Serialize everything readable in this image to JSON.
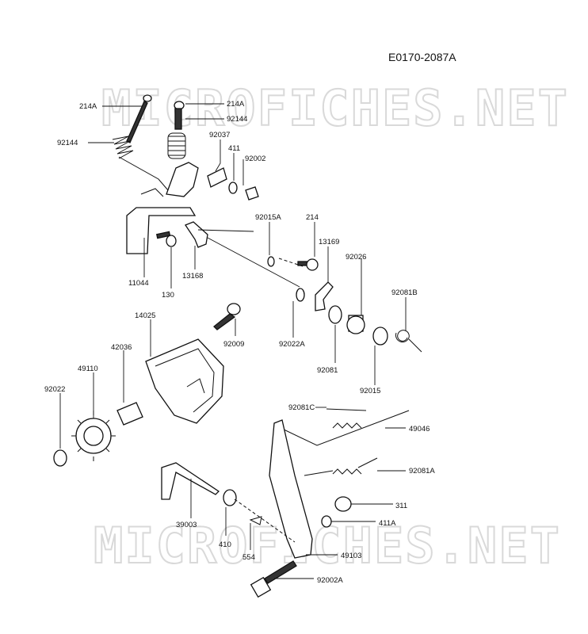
{
  "document": {
    "id": "E0170-2087A",
    "watermark": "MICROFICHES.NET"
  },
  "parts": [
    {
      "key": "p214A_l",
      "label": "214A"
    },
    {
      "key": "p214A_r",
      "label": "214A"
    },
    {
      "key": "p92144_r",
      "label": "92144"
    },
    {
      "key": "p92144_l",
      "label": "92144"
    },
    {
      "key": "p92037",
      "label": "92037"
    },
    {
      "key": "p411",
      "label": "411"
    },
    {
      "key": "p92002",
      "label": "92002"
    },
    {
      "key": "p92015A",
      "label": "92015A"
    },
    {
      "key": "p214",
      "label": "214"
    },
    {
      "key": "p13169",
      "label": "13169"
    },
    {
      "key": "p92026",
      "label": "92026"
    },
    {
      "key": "p11044",
      "label": "11044"
    },
    {
      "key": "p13168",
      "label": "13168"
    },
    {
      "key": "p130",
      "label": "130"
    },
    {
      "key": "p92081B",
      "label": "92081B"
    },
    {
      "key": "p14025",
      "label": "14025"
    },
    {
      "key": "p92009",
      "label": "92009"
    },
    {
      "key": "p92022A",
      "label": "92022A"
    },
    {
      "key": "p42036",
      "label": "42036"
    },
    {
      "key": "p49110",
      "label": "49110"
    },
    {
      "key": "p92081",
      "label": "92081"
    },
    {
      "key": "p92022",
      "label": "92022"
    },
    {
      "key": "p92015",
      "label": "92015"
    },
    {
      "key": "p92081C",
      "label": "92081C"
    },
    {
      "key": "p49046",
      "label": "49046"
    },
    {
      "key": "p92081A",
      "label": "92081A"
    },
    {
      "key": "p311",
      "label": "311"
    },
    {
      "key": "p39003",
      "label": "39003"
    },
    {
      "key": "p411A",
      "label": "411A"
    },
    {
      "key": "p410",
      "label": "410"
    },
    {
      "key": "p554",
      "label": "554"
    },
    {
      "key": "p49103",
      "label": "49103"
    },
    {
      "key": "p92002A",
      "label": "92002A"
    }
  ]
}
